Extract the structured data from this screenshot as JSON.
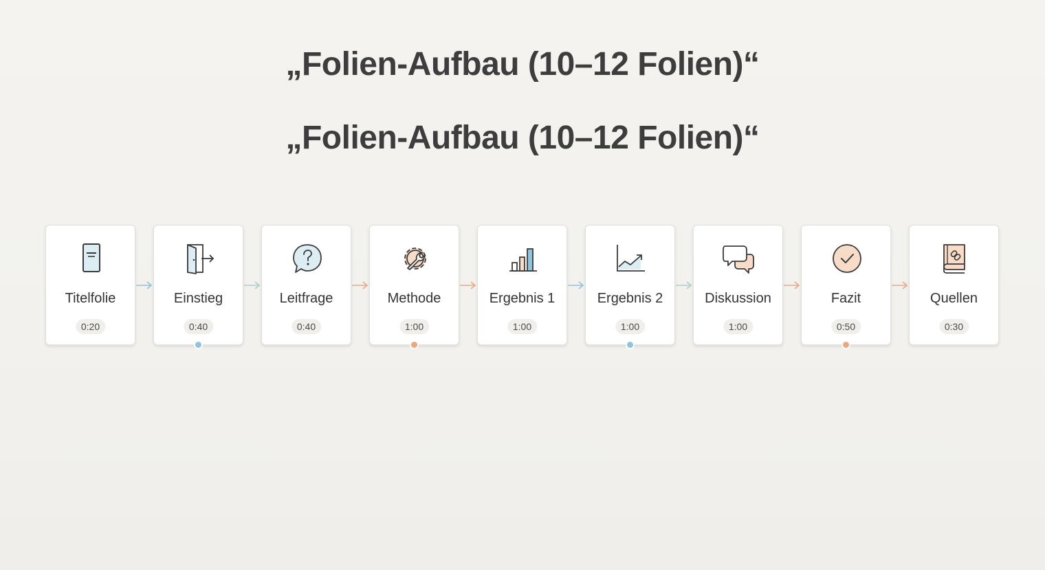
{
  "titles": [
    "„Folien-Aufbau (10–12 Folien)“",
    "„Folien-Aufbau (10–12 Folien)“"
  ],
  "colors": {
    "blue_accent": "#8fc4dc",
    "orange_accent": "#eda77e",
    "teal_arrow": "#a8cfcd",
    "icon_stroke": "#3a3a3a"
  },
  "slides": [
    {
      "label": "Titelfolie",
      "time": "0:20",
      "icon": "title-slide-icon"
    },
    {
      "label": "Einstieg",
      "time": "0:40",
      "icon": "door-exit-icon",
      "marker": "blue"
    },
    {
      "label": "Leitfrage",
      "time": "0:40",
      "icon": "question-bubble-icon"
    },
    {
      "label": "Methode",
      "time": "1:00",
      "icon": "gear-wrench-icon",
      "marker": "orange"
    },
    {
      "label": "Ergebnis 1",
      "time": "1:00",
      "icon": "bar-chart-icon"
    },
    {
      "label": "Ergebnis 2",
      "time": "1:00",
      "icon": "line-chart-icon",
      "marker": "blue"
    },
    {
      "label": "Diskussion",
      "time": "1:00",
      "icon": "chat-bubbles-icon"
    },
    {
      "label": "Fazit",
      "time": "0:50",
      "icon": "check-circle-icon",
      "marker": "orange"
    },
    {
      "label": "Quellen",
      "time": "0:30",
      "icon": "book-link-icon"
    }
  ],
  "connectors": [
    {
      "from": "Titelfolie",
      "to": "Einstieg",
      "color": "blue"
    },
    {
      "from": "Einstieg",
      "to": "Leitfrage",
      "color": "teal"
    },
    {
      "from": "Leitfrage",
      "to": "Methode",
      "color": "orange"
    },
    {
      "from": "Methode",
      "to": "Ergebnis 1",
      "color": "orange"
    },
    {
      "from": "Ergebnis 1",
      "to": "Ergebnis 2",
      "color": "blue"
    },
    {
      "from": "Ergebnis 2",
      "to": "Diskussion",
      "color": "teal"
    },
    {
      "from": "Diskussion",
      "to": "Fazit",
      "color": "orange"
    },
    {
      "from": "Fazit",
      "to": "Quellen",
      "color": "orange"
    }
  ]
}
